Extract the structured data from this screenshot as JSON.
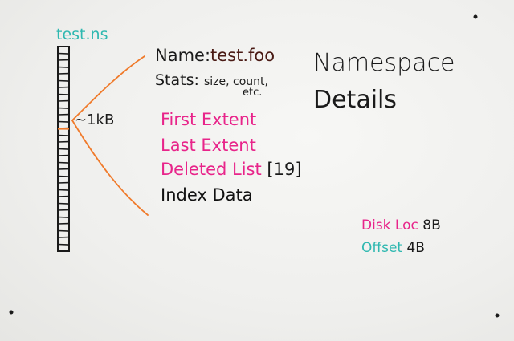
{
  "file_label": "test.ns",
  "size_label": "~1kB",
  "details": {
    "name_key": "Name:",
    "name_value": "test.foo",
    "stats_key": "Stats:",
    "stats_value": "size, count,",
    "stats_extra": "etc.",
    "first_extent": "First Extent",
    "last_extent": "Last Extent",
    "deleted_list": "Deleted List",
    "deleted_list_size": "[19]",
    "index_data": "Index Data"
  },
  "title": {
    "line1": "Namespace",
    "line2": "Details"
  },
  "sizes": {
    "diskloc_label": "Disk Loc",
    "diskloc_value": "8B",
    "offset_label": "Offset",
    "offset_value": "4B"
  },
  "colors": {
    "teal": "#2eb8b0",
    "magenta": "#e8248a",
    "orange": "#f07a2a",
    "ink": "#1a1a1a",
    "board": "#eeeeec"
  },
  "stack": {
    "slots": 30,
    "highlighted_slot": 12
  }
}
